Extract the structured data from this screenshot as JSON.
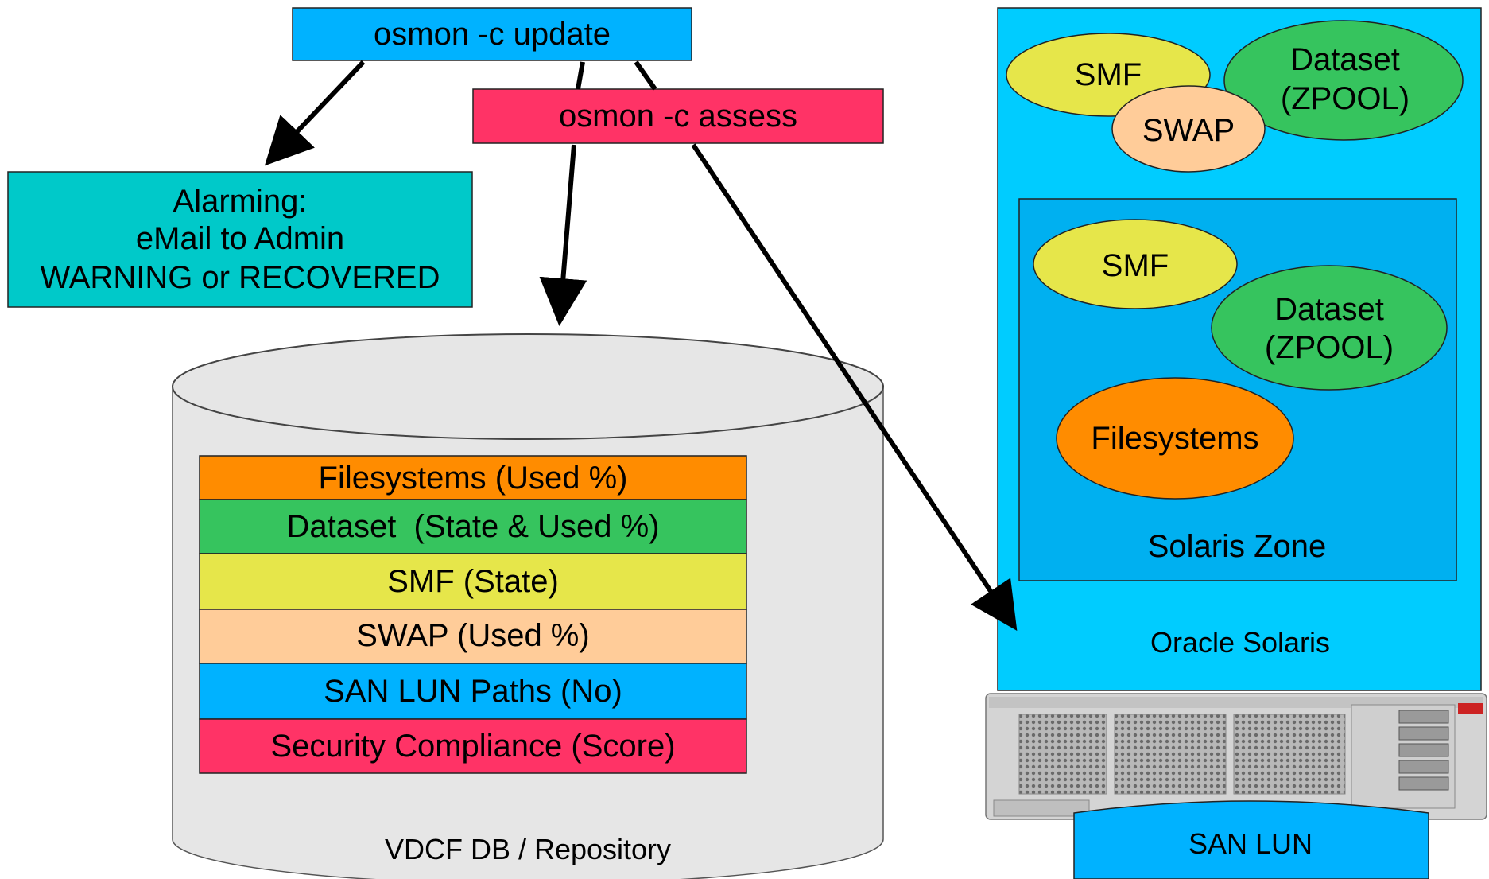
{
  "commands": {
    "update": "osmon -c update",
    "assess": "osmon -c assess"
  },
  "alarm": {
    "line1": "Alarming:",
    "line2": "eMail to Admin",
    "line3": "WARNING or RECOVERED"
  },
  "repository": {
    "label": "VDCF DB / Repository",
    "rows": [
      {
        "label": "Filesystems (Used %)",
        "color": "#ff8c00"
      },
      {
        "label": "Dataset  (State & Used %)",
        "color": "#36c45e"
      },
      {
        "label": "SMF (State)",
        "color": "#e6e64a"
      },
      {
        "label": "SWAP (Used %)",
        "color": "#ffcc99"
      },
      {
        "label": "SAN LUN Paths (No)",
        "color": "#00b2ff"
      },
      {
        "label": "Security Compliance (Score)",
        "color": "#ff3366"
      }
    ]
  },
  "solaris": {
    "label": "Oracle Solaris",
    "smf": "SMF",
    "swap": "SWAP",
    "dataset_line1": "Dataset",
    "dataset_line2": "(ZPOOL)",
    "zone": {
      "label": "Solaris Zone",
      "smf": "SMF",
      "dataset_line1": "Dataset",
      "dataset_line2": "(ZPOOL)",
      "filesystems": "Filesystems"
    }
  },
  "san_lun": "SAN LUN",
  "colors": {
    "update_box": "#00b2ff",
    "assess_box": "#ff3366",
    "alarm_box": "#00c9c9",
    "solaris_outer": "#00ccff",
    "solaris_zone": "#00b0f0",
    "smf": "#e6e64a",
    "swap": "#ffcc99",
    "dataset": "#36c45e",
    "filesystems": "#ff8c00",
    "cylinder": "#e6e6e6"
  },
  "icons": [
    "server-hardware-icon",
    "arrow-icon"
  ]
}
